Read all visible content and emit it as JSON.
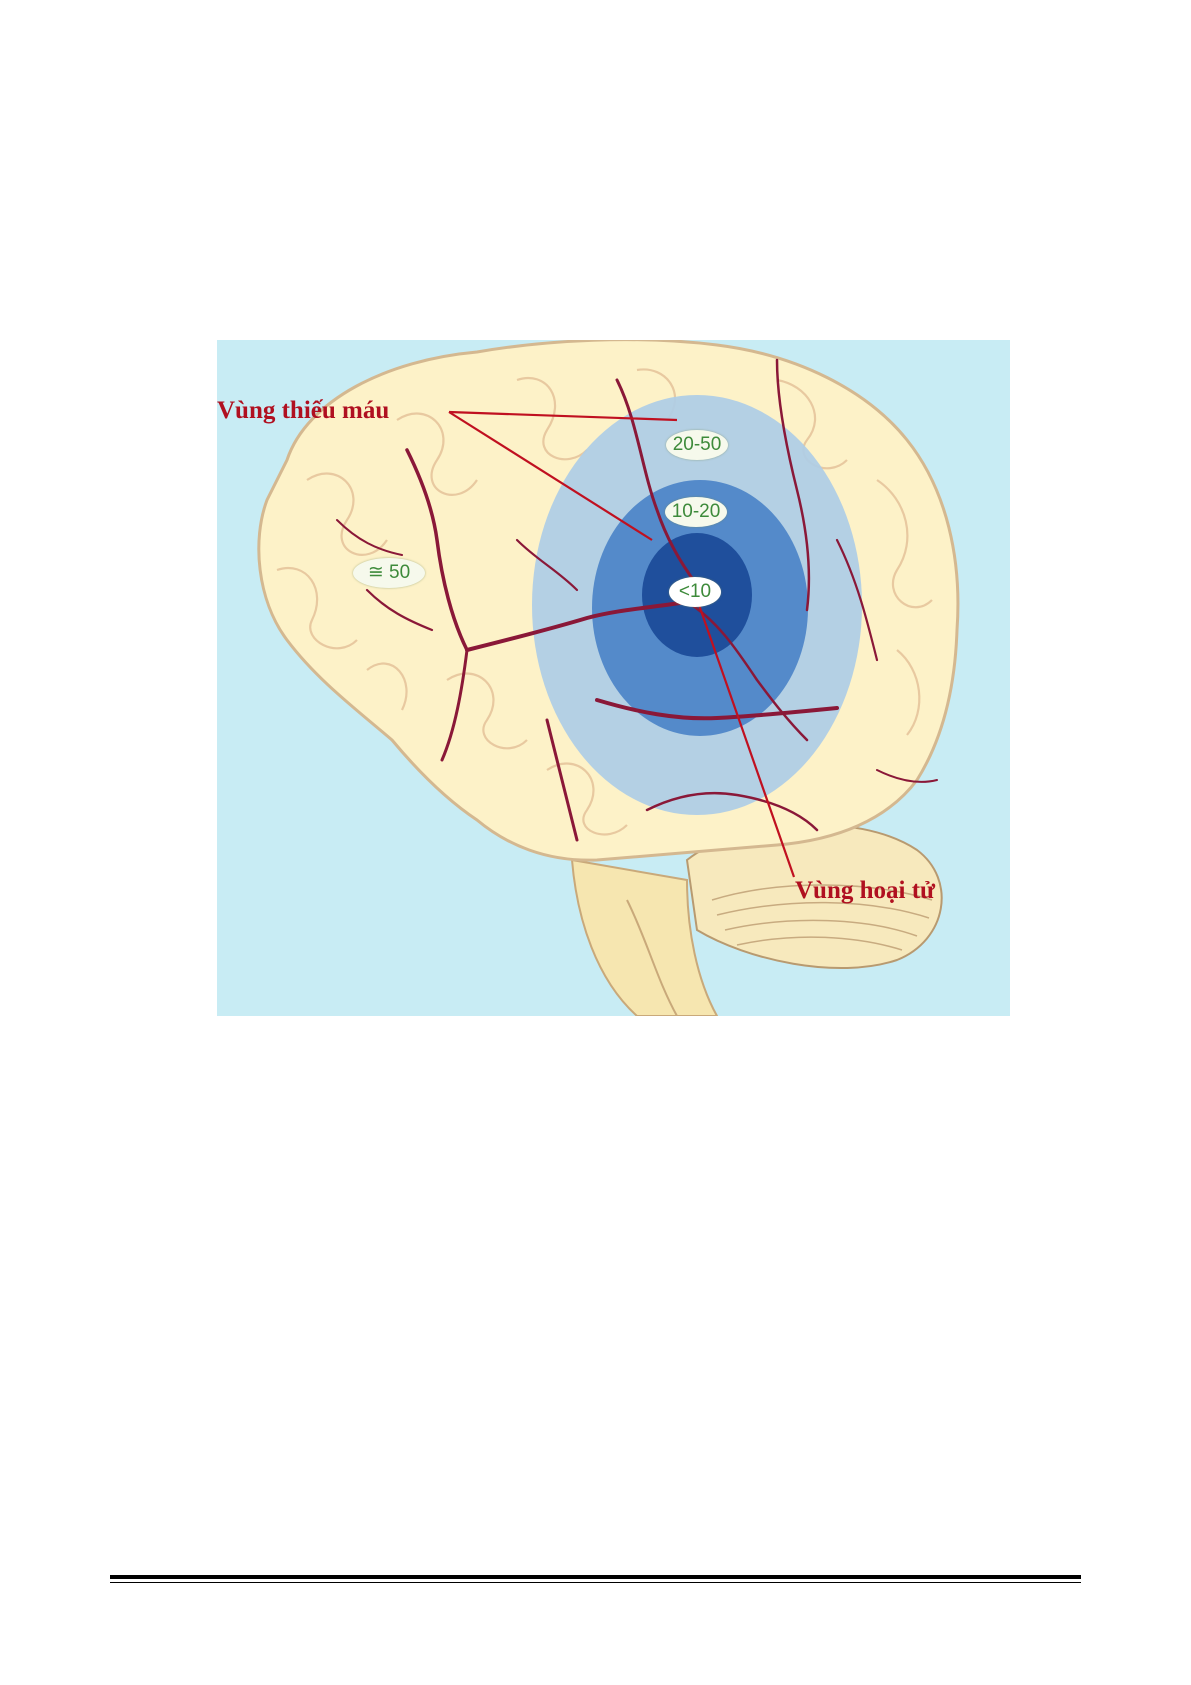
{
  "figure": {
    "labels": {
      "ischemic_zone": "Vùng thiếu máu",
      "necrosis_zone": "Vùng hoại tử"
    },
    "flow_values": {
      "healthy": "≅ 50",
      "outer_ring": "20-50",
      "middle_ring": "10-20",
      "core": "<10"
    },
    "colors": {
      "background": "#c8ecf4",
      "brain_tissue": "#fdf2c8",
      "sulci": "#8a1838",
      "outer_ring": "#aecde6",
      "middle_ring": "#4f86c8",
      "core": "#1f4f9c",
      "label_text": "#b01020",
      "badge_text": "#3d8a3a"
    }
  }
}
